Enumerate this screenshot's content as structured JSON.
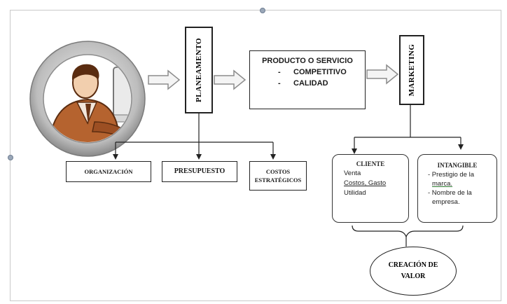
{
  "diagram": {
    "planeamento": "PLANEAMENTO",
    "producto": {
      "title": "PRODUCTO O SERVICIO",
      "items": [
        "COMPETITIVO",
        "CALIDAD"
      ],
      "bullet": "-"
    },
    "marketing": "MARKETING",
    "organizacion": "ORGANIZACIÓN",
    "presupuesto": "PRESUPUESTO",
    "costos": [
      "COSTOS",
      "ESTRATÉGICOS"
    ],
    "cliente": {
      "title": "CLIENTE",
      "lines": [
        "Venta",
        "Costos, Gasto",
        "Utilidad"
      ]
    },
    "intangible": {
      "title": "INTANGIBLE",
      "lines": [
        "- Prestigio de la",
        "marca.",
        "- Nombre de la",
        "empresa."
      ]
    },
    "creacion": [
      "CREACIÓN DE",
      "VALOR"
    ]
  },
  "icons": {
    "person": "businessman-at-computer-icon",
    "process_arrow": "block-arrow-right-icon"
  }
}
